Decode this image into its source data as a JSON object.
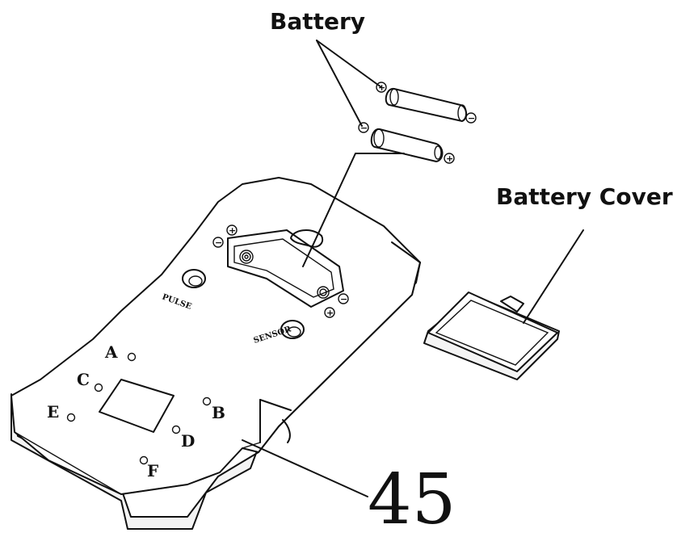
{
  "labels": {
    "battery": "Battery",
    "battery_cover": "Battery Cover",
    "part_number": "45"
  },
  "points": [
    "A",
    "B",
    "C",
    "D",
    "E",
    "F"
  ],
  "switches": [
    "PULSE",
    "SENSOR"
  ],
  "polarity": {
    "plus": "+",
    "minus": "−"
  }
}
